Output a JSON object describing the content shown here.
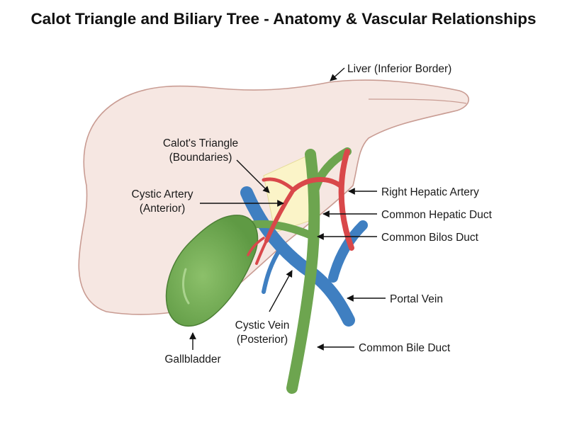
{
  "title": "Calot Triangle and Biliary Tree - Anatomy & Vascular Relationships",
  "labels": {
    "liver": "Liver (Inferior Border)",
    "calot_line1": "Calot's Triangle",
    "calot_line2": "(Boundaries)",
    "cystic_artery_line1": "Cystic Artery",
    "cystic_artery_line2": "(Anterior)",
    "right_hepatic_artery": "Right Hepatic Artery",
    "common_hepatic_duct": "Common Hepatic Duct",
    "common_bilos_duct": "Common Bilos Duct",
    "portal_vein": "Portal Vein",
    "cystic_vein_line1": "Cystic Vein",
    "cystic_vein_line2": "(Posterior)",
    "common_bile_duct": "Common Bile Duct",
    "gallbladder": "Gallbladder"
  },
  "colors": {
    "liver_fill": "#f6e7e2",
    "liver_stroke": "#c99c93",
    "duct_green": "#6da54f",
    "duct_green_dark": "#4c7f35",
    "gallbladder_green": "#79ad5a",
    "artery_red": "#d9484a",
    "vein_blue": "#3f7fc1",
    "triangle_yellow": "#fbf4c8"
  }
}
